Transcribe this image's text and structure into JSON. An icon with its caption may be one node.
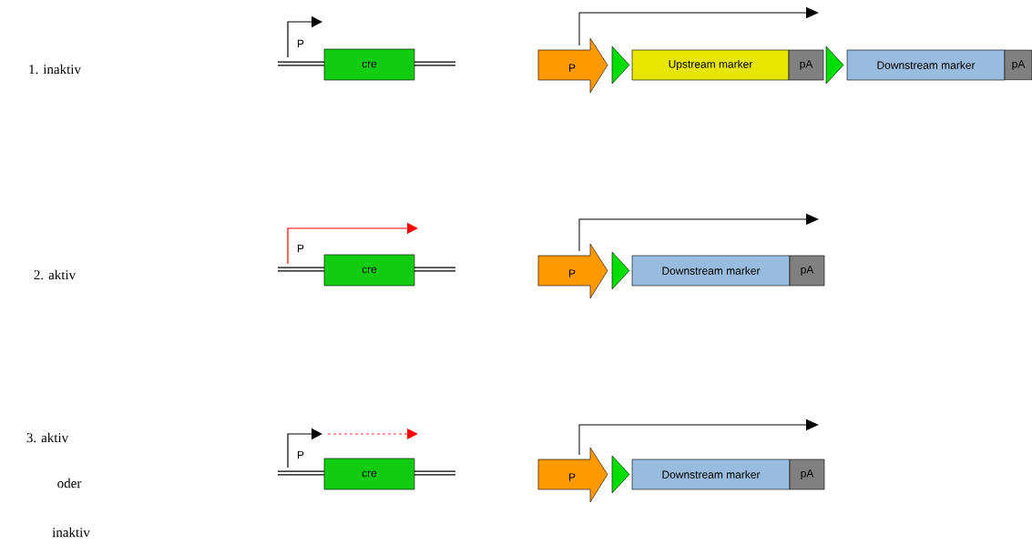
{
  "diagram": {
    "nodes": [
      {
        "text": [
          "cre"
        ]
      },
      {
        "text": [
          "P"
        ]
      },
      {
        "text": [],
        "shape": "triangle"
      },
      {
        "text": [
          "Upstream marker"
        ]
      },
      {
        "text": [
          "pA"
        ]
      },
      {
        "text": [],
        "shape": "triangle"
      },
      {
        "text": [
          "Downstream marker"
        ]
      },
      {
        "text": [
          "pA"
        ]
      },
      {
        "text": [
          "cre"
        ]
      },
      {
        "text": [
          "P"
        ]
      },
      {
        "text": [],
        "shape": "triangle"
      },
      {
        "text": [
          "Downstream marker"
        ]
      },
      {
        "text": [
          "pA"
        ]
      },
      {
        "text": [
          "cre"
        ]
      },
      {
        "text": [
          "P"
        ]
      },
      {
        "text": [],
        "shape": "triangle"
      },
      {
        "text": [
          "Downstream marker"
        ]
      },
      {
        "text": [
          "pA"
        ]
      }
    ],
    "labels": [
      "P",
      "1. inaktiv",
      "P",
      "2. aktiv",
      "3. aktiv",
      "P",
      "oder",
      "inaktiv"
    ]
  }
}
